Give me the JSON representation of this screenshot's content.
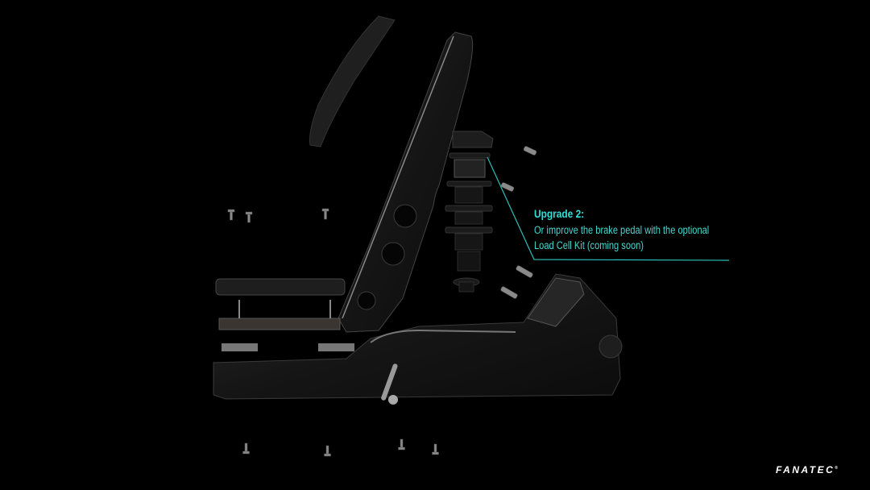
{
  "callout": {
    "title": "Upgrade 2:",
    "line1": "Or improve the brake pedal with the optional",
    "line2": "Load Cell Kit (coming soon)",
    "accent_color": "#2ee0d8"
  },
  "brand": {
    "logo": "FANATEC",
    "mark": "®"
  },
  "scene": {
    "subject": "exploded-view-brake-pedal",
    "background": "#000000"
  }
}
